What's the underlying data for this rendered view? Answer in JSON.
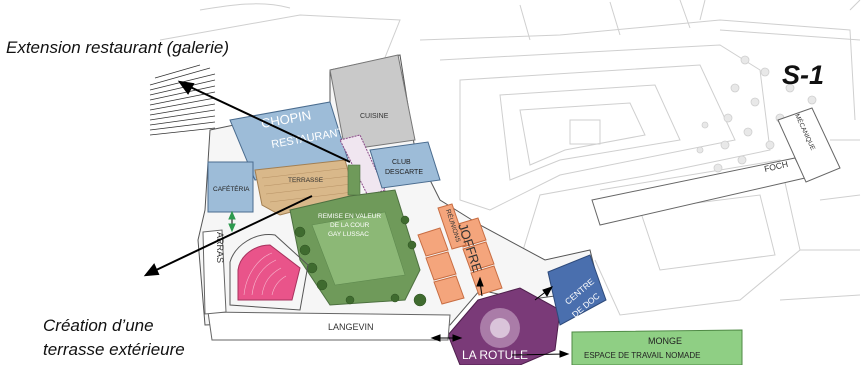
{
  "annotations": {
    "extension": "Extension restaurant (galerie)",
    "creation_line1": "Création d’une",
    "creation_line2": "terrasse extérieure"
  },
  "sheet_label": "S-1",
  "labels": {
    "chopin_line1": "CHOPIN",
    "chopin_line2": "RESTAURANT",
    "cuisine": "CUISINE",
    "club_line1": "CLUB",
    "club_line2": "DESCARTE",
    "cafeteria": "CAFÉTÉRIA",
    "terrasse": "TERRASSE",
    "remise_line1": "REMISE EN VALEUR",
    "remise_line2": "DE LA COUR",
    "remise_line3": "GAY LUSSAC",
    "reunions": "RÉUNIONS",
    "joffre": "JOFFRE",
    "centre_line1": "CENTRE",
    "centre_line2": "DE DOC",
    "la_rotule": "LA ROTULE",
    "monge": "MONGE",
    "espace": "ESPACE DE TRAVAIL NOMADE",
    "langevin": "LANGEVIN",
    "arras": "ARRAS",
    "foch": "FOCH",
    "mecanique": "MÉCANIQUE"
  },
  "colors": {
    "restaurant_blue": "#9dbcd8",
    "kitchen_gray": "#c9c9c9",
    "terrace_wood": "#d9b88a",
    "garden_green": "#6f9a5a",
    "meeting_orange": "#f4a57c",
    "rotule_purple": "#7a3a78",
    "doc_blue": "#4a6fae",
    "monge_green": "#8fcf84",
    "amphi_pink": "#e9548a",
    "arrow_black": "#000000"
  }
}
